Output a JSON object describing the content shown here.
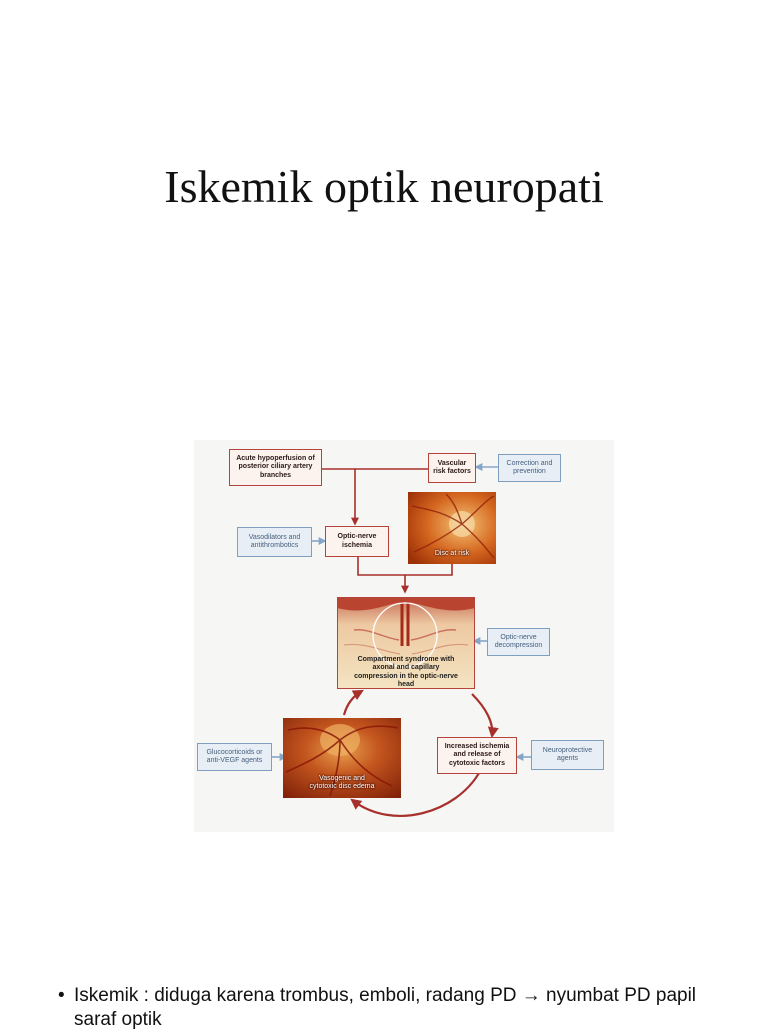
{
  "slide": {
    "title": "Iskemik optik neuropati",
    "bullet": {
      "marker": "•",
      "text": "Iskemik : diduga karena trombus, emboli, radang PD → nyumbat PD papil saraf optik"
    }
  },
  "diagram": {
    "nodes": {
      "acute_hypoperfusion": "Acute hypoperfusion of posterior ciliary artery branches",
      "vascular_risk": "Vascular risk factors",
      "correction": "Correction and prevention",
      "vasodilators": "Vasodilators and antithrombotics",
      "optic_ischemia": "Optic-nerve ischemia",
      "disc_at_risk": "Disc at risk",
      "compartment": "Compartment syndrome with axonal and capillary compression in the optic-nerve head",
      "decompression": "Optic-nerve decompression",
      "glucocorticoids": "Glucocorticoids or anti-VEGF agents",
      "vasogenic": "Vasogenic and cytotoxic disc edema",
      "increased_ischemia": "Increased ischemia and release of cytotoxic factors",
      "neuroprotective": "Neuroprotective agents"
    },
    "colors": {
      "arrow_red": "#a7302c",
      "arrow_blue": "#86a6c8",
      "box_red_border": "#b4433c",
      "box_blue_border": "#7f9fbe"
    }
  }
}
